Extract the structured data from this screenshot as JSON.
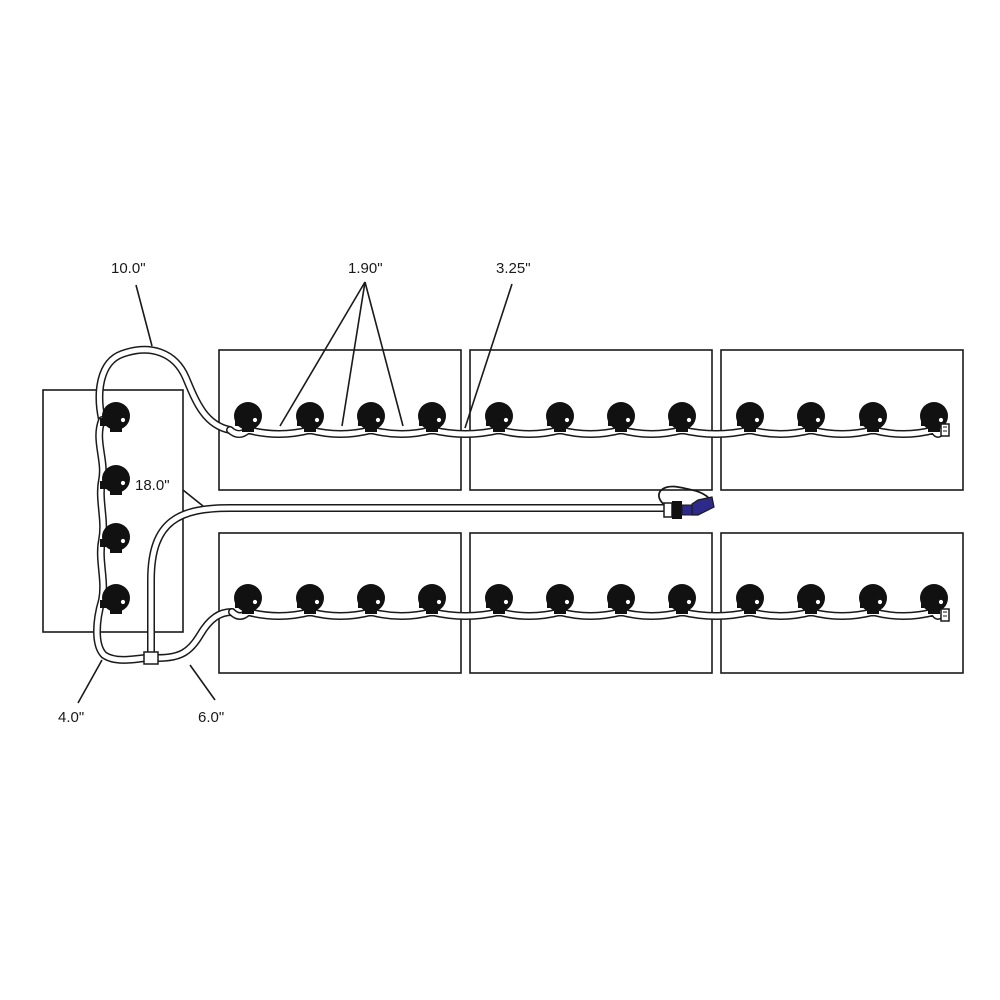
{
  "labels": {
    "tube_left_top": "10.0\"",
    "emitter_spacing": "1.90\"",
    "jumper": "3.25\"",
    "feed_line": "18.0\"",
    "tail_left": "4.0\"",
    "tail_right": "6.0\""
  },
  "colors": {
    "line": "#1a1a1a",
    "emitter": "#111111",
    "connector_accent": "#2e2a8a",
    "background": "#ffffff"
  },
  "icons": {
    "emitter": "drip-emitter-icon",
    "tee": "tee-fitting-icon",
    "end_cap": "end-cap-icon",
    "connector": "hose-connector-icon"
  }
}
